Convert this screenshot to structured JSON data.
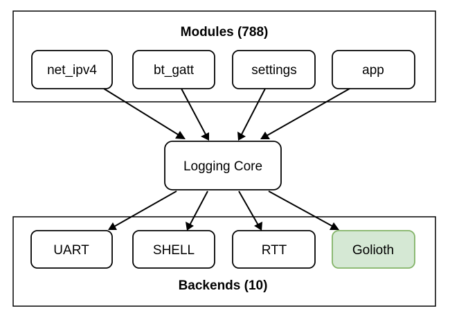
{
  "modules_group": {
    "title": "Modules (788)",
    "items": [
      "net_ipv4",
      "bt_gatt",
      "settings",
      "app"
    ]
  },
  "core": {
    "label": "Logging Core"
  },
  "backends_group": {
    "title": "Backends (10)",
    "items": [
      "UART",
      "SHELL",
      "RTT",
      "Golioth"
    ],
    "highlighted_item": "Golioth"
  },
  "colors": {
    "highlight_fill": "#d5e8d4",
    "highlight_stroke": "#82b366"
  }
}
